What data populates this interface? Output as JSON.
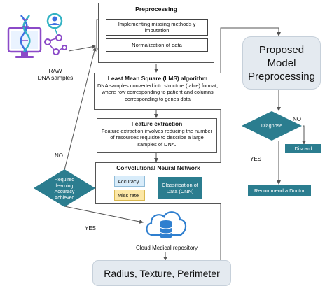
{
  "raw_samples": {
    "line1": "RAW",
    "line2": "DNA samples"
  },
  "preprocessing": {
    "title": "Preprocessing",
    "item1": "Implementing missing methods y imputation",
    "item2": "Normalization of data"
  },
  "lms": {
    "title": "Least Mean Square (LMS) algorithm",
    "body": "DNA samples converted into structure (table) format, where row corresponding to patient and columns corresponding to genes data"
  },
  "feature": {
    "title": "Feature extraction",
    "body": "Feature extraction involves reducing the number of resources requisite to describe a large samples of DNA."
  },
  "cnn": {
    "title": "Convolutional Neural Network",
    "accuracy": "Accuracy",
    "missrate": "Miss rate",
    "classification": "Classification of Data (CNN)"
  },
  "decision": {
    "text": "Required learning Accuracy Achieved",
    "no": "NO",
    "yes": "YES"
  },
  "cloud": {
    "label": "Cloud Medical repository"
  },
  "radius": {
    "label": "Radius, Texture, Perimeter"
  },
  "proposed": {
    "title": "Proposed Model Preprocessing",
    "diagnose": "Diagnose",
    "no": "NO",
    "yes": "YES",
    "discard": "Discard",
    "recommend": "Recommend a Doctor"
  },
  "colors": {
    "teal": "#2b7d8f",
    "panel": "#e4eaf0",
    "sticky_blue": "#d8ecfa",
    "sticky_yellow": "#fce7a6",
    "cloud": "#2f7fcf",
    "icon_purple": "#8b4ac8",
    "icon_teal": "#33b3c4",
    "icon_blue": "#3d6fe0"
  }
}
